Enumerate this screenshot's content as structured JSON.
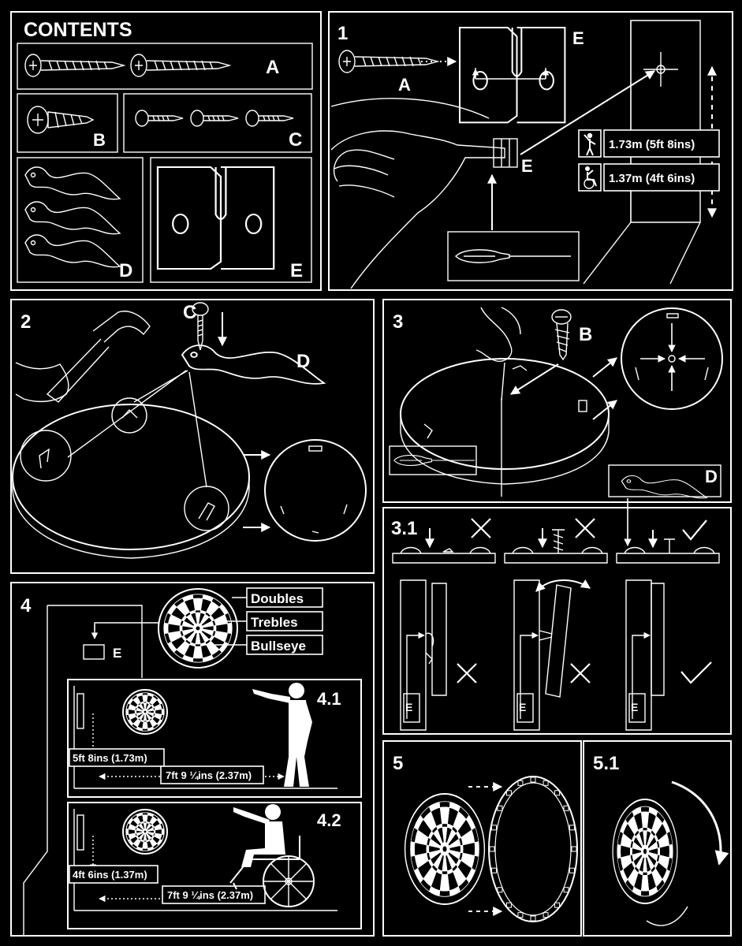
{
  "contents": {
    "title": "CONTENTS",
    "part_a": "A",
    "part_b": "B",
    "part_c": "C",
    "part_d": "D",
    "part_e": "E"
  },
  "step1": {
    "number": "1",
    "label_a": "A",
    "label_e_top": "E",
    "label_e_mid": "E",
    "height_standing": "1.73m (5ft 8ins)",
    "height_wheelchair": "1.37m (4ft 6ins)"
  },
  "step2": {
    "number": "2",
    "label_c": "C",
    "label_d": "D"
  },
  "step3": {
    "number": "3",
    "label_b": "B",
    "label_d": "D"
  },
  "step3_1": {
    "number": "3.1",
    "label_e": "E"
  },
  "step4": {
    "number": "4",
    "label_e": "E",
    "doubles": "Doubles",
    "trebles": "Trebles",
    "bullseye": "Bullseye"
  },
  "step4_1": {
    "number": "4.1",
    "height": "5ft 8ins (1.73m)",
    "distance": "7ft 9 ¼ins (2.37m)"
  },
  "step4_2": {
    "number": "4.2",
    "height": "4ft 6ins (1.37m)",
    "distance": "7ft 9 ¼ins (2.37m)"
  },
  "step5": {
    "number": "5"
  },
  "step5_1": {
    "number": "5.1"
  },
  "icons": {
    "standing": "standing-person-icon",
    "wheelchair": "wheelchair-icon",
    "cross": "cross-icon",
    "check": "check-icon"
  }
}
